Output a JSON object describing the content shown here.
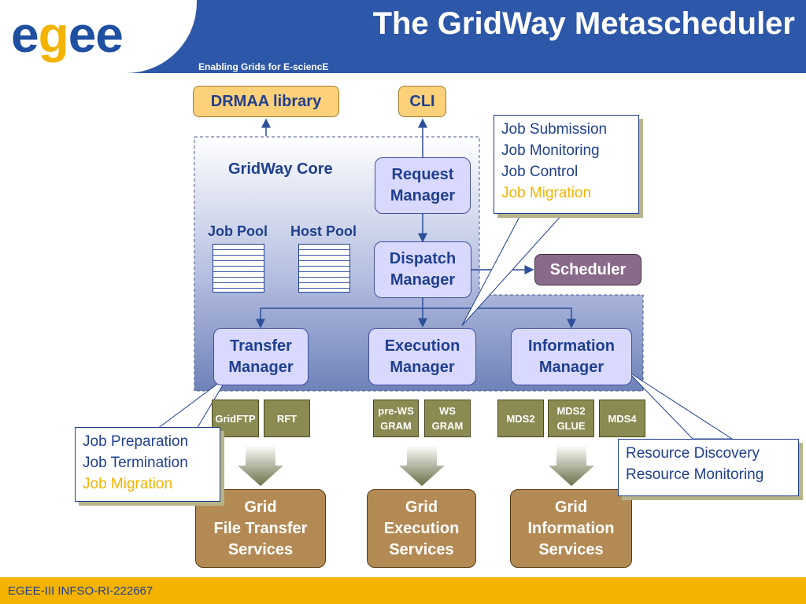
{
  "header": {
    "title": "The GridWay Metascheduler",
    "subtitle": "Enabling Grids for E-sciencE",
    "logo_parts": [
      "e",
      "g",
      "ee"
    ]
  },
  "footer": {
    "text": "EGEE-III INFSO-RI-222667"
  },
  "colors": {
    "header_blue": "#2d57a8",
    "footer_yellow": "#f3b300",
    "text_blue": "#1f3f8f",
    "highlight": "#f3b300"
  },
  "top_boxes": {
    "drmaa": "DRMAA library",
    "cli": "CLI"
  },
  "core": {
    "label": "GridWay Core",
    "job_pool": "Job Pool",
    "host_pool": "Host Pool",
    "request_manager": [
      "Request",
      "Manager"
    ],
    "dispatch_manager": [
      "Dispatch",
      "Manager"
    ],
    "transfer_manager": [
      "Transfer",
      "Manager"
    ],
    "execution_manager": [
      "Execution",
      "Manager"
    ],
    "information_manager": [
      "Information",
      "Manager"
    ]
  },
  "scheduler": "Scheduler",
  "middleware": {
    "gridftp": "GridFTP",
    "rft": "RFT",
    "prews_gram": [
      "pre-WS",
      "GRAM"
    ],
    "ws_gram": [
      "WS",
      "GRAM"
    ],
    "mds2": "MDS2",
    "mds2_glue": [
      "MDS2",
      "GLUE"
    ],
    "mds4": "MDS4"
  },
  "services": {
    "file_transfer": [
      "Grid",
      "File Transfer",
      "Services"
    ],
    "execution": [
      "Grid",
      "Execution",
      "Services"
    ],
    "information": [
      "Grid",
      "Information",
      "Services"
    ]
  },
  "callouts": {
    "request": {
      "lines": [
        "Job Submission",
        "Job Monitoring",
        "Job Control"
      ],
      "highlight": "Job Migration"
    },
    "transfer": {
      "lines": [
        "Job Preparation",
        "Job Termination"
      ],
      "highlight": "Job Migration"
    },
    "information": {
      "lines": [
        "Resource Discovery",
        "Resource Monitoring"
      ]
    }
  }
}
